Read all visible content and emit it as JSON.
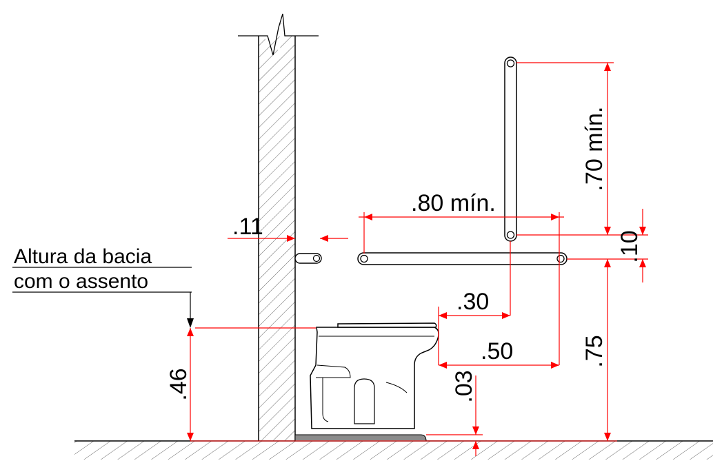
{
  "drawing": {
    "labels": {
      "note_line1": "Altura da bacia",
      "note_line2": "com o assento",
      "seat_height": ".46",
      "wall_offset": ".11",
      "horizontal_bar_length": ".80 mín.",
      "vertical_bar_length": ".70 mín.",
      "bar_gap": ".10",
      "bar_height": ".75",
      "vertical_bar_from_bowl": ".30",
      "horizontal_bar_from_bowl": ".50",
      "base_height": ".03"
    },
    "colors": {
      "dimension": "#ff0000",
      "line": "#000000",
      "base": "#8c8c8c",
      "background": "#ffffff"
    }
  }
}
